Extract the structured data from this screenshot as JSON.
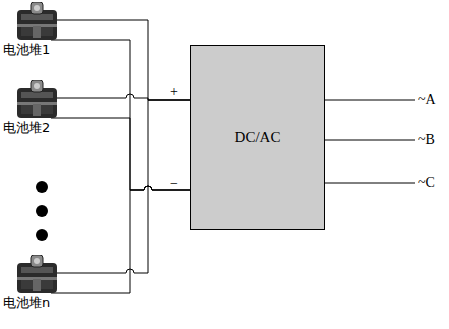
{
  "diagram": {
    "nodes": [
      {
        "text": [
          "电池堆1"
        ]
      },
      {
        "text": [
          "电池堆2"
        ]
      },
      {
        "text": [
          "电池堆n"
        ]
      },
      {
        "text": [
          "DC/AC"
        ]
      }
    ],
    "edges": [
      {
        "from": 0,
        "to": 3,
        "arrow": "none"
      },
      {
        "from": 1,
        "to": 3,
        "arrow": "none"
      },
      {
        "from": 2,
        "to": 3,
        "arrow": "none"
      }
    ],
    "labels": [
      "+",
      "−",
      "~A",
      "~B",
      "~C"
    ]
  }
}
